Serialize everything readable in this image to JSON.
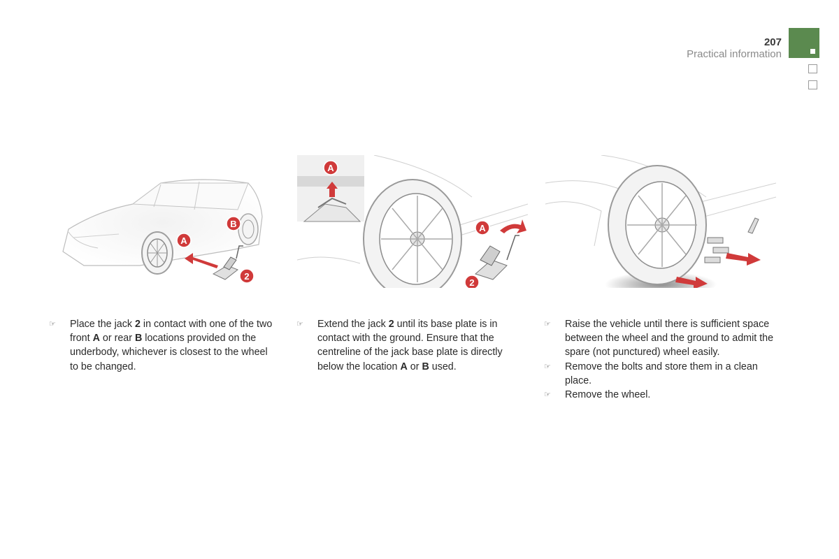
{
  "header": {
    "page_number": "207",
    "section_title": "Practical information"
  },
  "section_tabs": {
    "count": 3,
    "active_index": 0,
    "active_color": "#5b8a4f"
  },
  "figures": {
    "fig1": {
      "labels": [
        "A",
        "B",
        "2"
      ]
    },
    "fig2": {
      "labels": [
        "A",
        "A",
        "2"
      ]
    },
    "fig3": {
      "labels": []
    }
  },
  "colors": {
    "callout": "#d03a3a",
    "line_art": "#b8b8b8"
  },
  "instructions": {
    "col1": {
      "items": [
        {
          "bullet": "☞",
          "parts": [
            "Place the jack ",
            "2",
            " in contact with one of the two front ",
            "A",
            " or rear ",
            "B",
            " locations provided on the underbody, whichever is closest to the wheel to be changed."
          ]
        }
      ]
    },
    "col2": {
      "items": [
        {
          "bullet": "☞",
          "parts": [
            "Extend the jack ",
            "2",
            " until its base plate is in contact with the ground. Ensure that the centreline of the jack base plate is directly below the location ",
            "A",
            " or ",
            "B",
            " used."
          ]
        }
      ]
    },
    "col3": {
      "items": [
        {
          "bullet": "☞",
          "text": "Raise the vehicle until there is sufficient space between the wheel and the ground to admit the spare (not punctured) wheel easily."
        },
        {
          "bullet": "☞",
          "text": "Remove the bolts and store them in a clean place."
        },
        {
          "bullet": "☞",
          "text": "Remove the wheel."
        }
      ]
    }
  }
}
